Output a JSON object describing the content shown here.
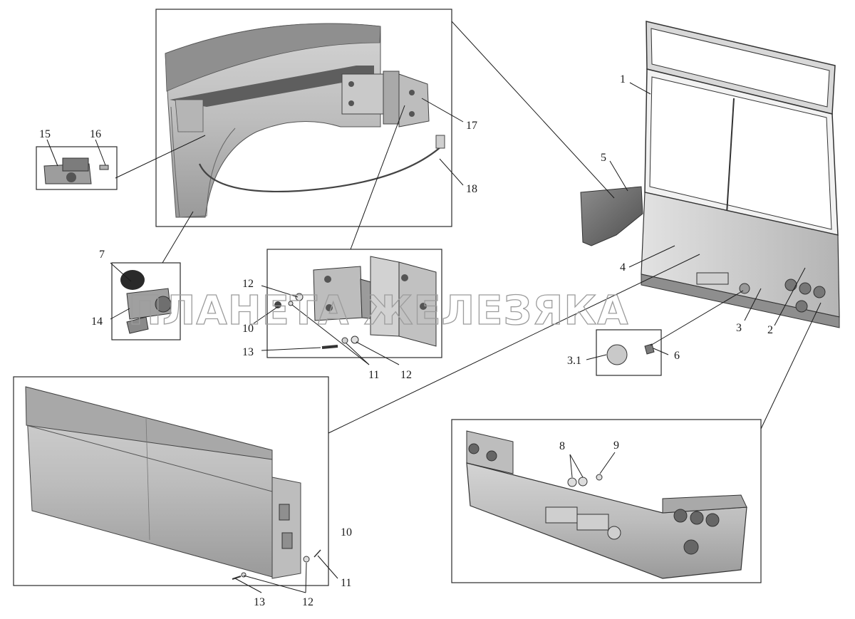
{
  "watermark": "ПЛАНЕТА ЖЕЛЕЗЯКА",
  "callouts": {
    "c1": "1",
    "c2": "2",
    "c3": "3",
    "c3_1": "3.1",
    "c4": "4",
    "c5": "5",
    "c6": "6",
    "c7": "7",
    "c8": "8",
    "c9": "9",
    "c10a": "10",
    "c10b": "10",
    "c11a": "11",
    "c11b": "11",
    "c12a": "12",
    "c12b": "12",
    "c12c": "12",
    "c13a": "13",
    "c13b": "13",
    "c14": "14",
    "c15": "15",
    "c16": "16",
    "c17": "17",
    "c18": "18"
  }
}
